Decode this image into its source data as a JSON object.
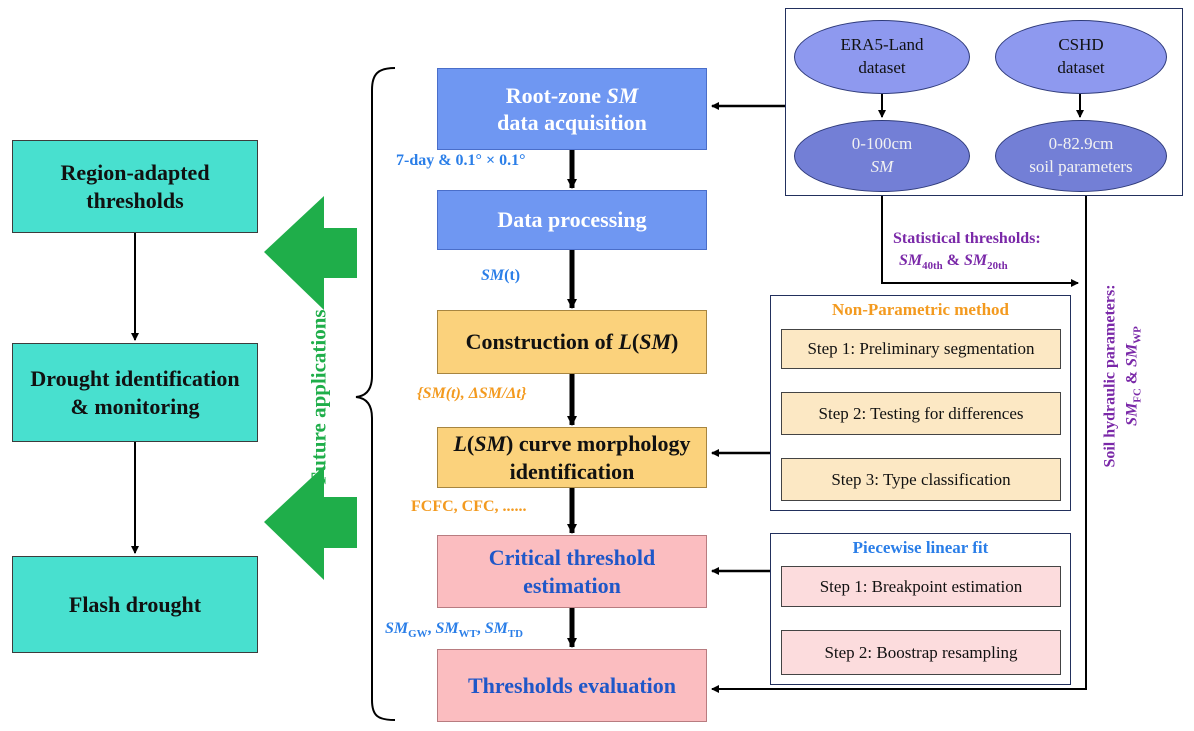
{
  "left_boxes": [
    {
      "line1": "Region-adapted",
      "line2": "thresholds"
    },
    {
      "line1": "Drought identification",
      "line2": "& monitoring"
    },
    {
      "line1": "Flash drought",
      "line2": ""
    }
  ],
  "future_label": "Future applications",
  "main": {
    "root_zone": {
      "pre": "Root-zone ",
      "sm": "SM",
      "line2": "data acquisition"
    },
    "processing": "Data processing",
    "construction": {
      "pre": "Construction of ",
      "l": "L",
      "open": "(",
      "sm": "SM",
      "close": ")"
    },
    "morphology": {
      "l": "L",
      "open": "(",
      "sm": "SM",
      "rest": ") curve morphology",
      "line2": "identification"
    },
    "critical": {
      "line1": "Critical threshold",
      "line2": "estimation"
    },
    "evaluation": "Thresholds evaluation"
  },
  "arrow_labels": {
    "res": "7-day & 0.1° × 0.1°",
    "smt_sm": "SM",
    "smt_rest": "(t)",
    "set": "{SM(t), ΔSM/Δt}",
    "types": "FCFC, CFC, ......",
    "thr_sm1": "SM",
    "thr_sub1": "GW",
    "thr_sm2": "SM",
    "thr_sub2": "WT",
    "thr_sm3": "SM",
    "thr_sub3": "TD",
    "sep": ", "
  },
  "datasets": {
    "era5": {
      "line1": "ERA5-Land",
      "line2": "dataset"
    },
    "cshd": {
      "line1": "CSHD",
      "line2": "dataset"
    },
    "sm_depth": {
      "line1": "0-100cm",
      "line2": "SM"
    },
    "soil_params": {
      "line1": "0-82.9cm",
      "line2": "soil parameters"
    }
  },
  "statistical": {
    "title": "Statistical thresholds:",
    "sm": "SM",
    "sub1": "40th",
    "amp": " & ",
    "sub2": "20th"
  },
  "soil_hydraulic": {
    "title": "Soil hydraulic parameters:",
    "sm": "SM",
    "sub1": "FC",
    "amp": " & ",
    "sub2": "WP"
  },
  "nonparametric": {
    "title": "Non-Parametric method",
    "steps": [
      "Step 1: Preliminary segmentation",
      "Step 2: Testing for differences",
      "Step 3: Type classification"
    ]
  },
  "piecewise": {
    "title": "Piecewise linear fit",
    "steps": [
      "Step 1: Breakpoint estimation",
      "Step 2: Boostrap resampling"
    ]
  },
  "colors": {
    "teal": "#48e0cf",
    "blue_box": "#6f97f2",
    "gold_box": "#fbd27c",
    "pink_box": "#fbbdc0",
    "green_arrow": "#1fae4a",
    "label_blue": "#2a7ee8",
    "label_orange": "#f39a1f",
    "label_purple": "#7a28a8"
  }
}
